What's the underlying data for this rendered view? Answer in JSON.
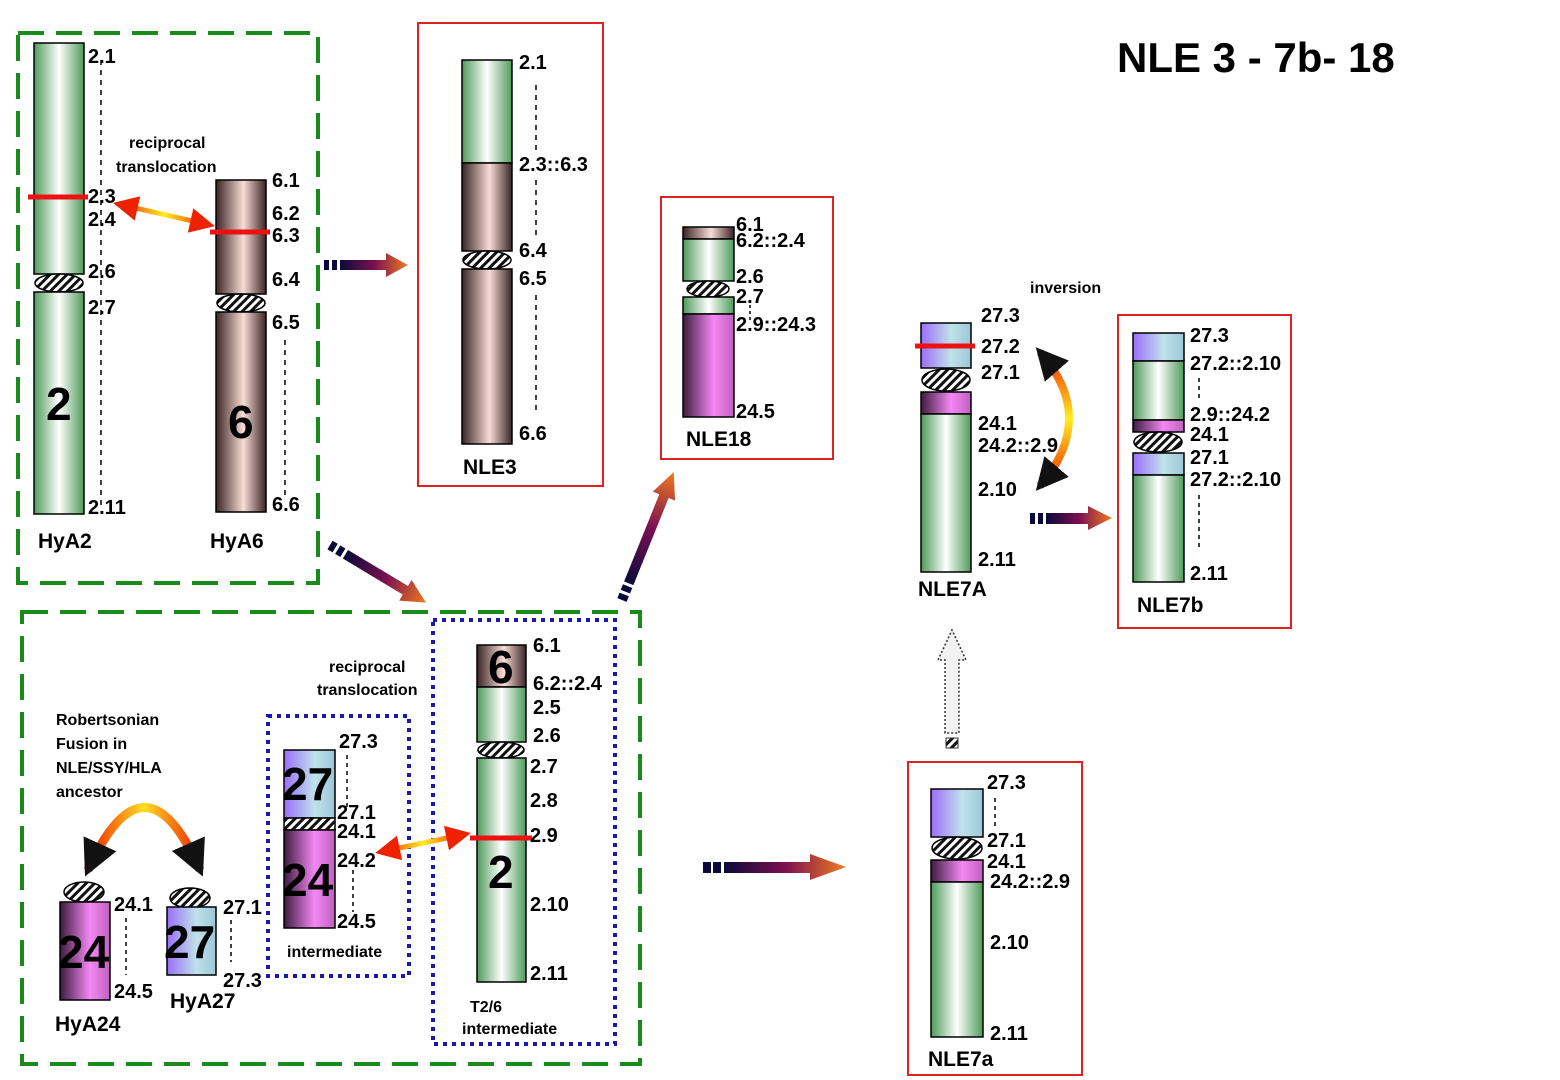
{
  "title": "NLE 3 - 7b- 18",
  "annotations": {
    "reciprocal_translocation_top": [
      "reciprocal",
      "translocation"
    ],
    "reciprocal_translocation_bottom": [
      "reciprocal",
      "translocation"
    ],
    "robertsonian": [
      "Robertsonian",
      "Fusion in",
      "NLE/SSY/HLA",
      "ancestor"
    ],
    "inversion": "inversion",
    "intermediate": "intermediate",
    "t26_intermediate": [
      "T2/6",
      "intermediate"
    ]
  },
  "chromosomes": {
    "HyA2": {
      "name": "HyA2",
      "number": "2",
      "bands": [
        "2.1",
        "2.3",
        "2.4",
        "2.6",
        "2.7",
        "2.11"
      ]
    },
    "HyA6": {
      "name": "HyA6",
      "number": "6",
      "bands": [
        "6.1",
        "6.2",
        "6.3",
        "6.4",
        "6.5",
        "6.6"
      ]
    },
    "NLE3": {
      "name": "NLE3",
      "bands": [
        "2.1",
        "2.3::6.3",
        "6.4",
        "6.5",
        "6.6"
      ]
    },
    "NLE18": {
      "name": "NLE18",
      "bands": [
        "6.1",
        "6.2::2.4",
        "2.6",
        "2.7",
        "2.9::24.3",
        "24.5"
      ]
    },
    "NLE7A": {
      "name": "NLE7A",
      "bands": [
        "27.3",
        "27.2",
        "27.1",
        "24.1",
        "24.2::2.9",
        "2.10",
        "2.11"
      ]
    },
    "NLE7b": {
      "name": "NLE7b",
      "bands": [
        "27.3",
        "27.2::2.10",
        "2.9::24.2",
        "24.1",
        "27.1",
        "27.2::2.10",
        "2.11"
      ]
    },
    "HyA24": {
      "name": "HyA24",
      "number": "24",
      "bands": [
        "24.1",
        "24.5"
      ]
    },
    "HyA27": {
      "name": "HyA27",
      "number": "27",
      "bands": [
        "27.1",
        "27.3"
      ]
    },
    "intermediate": {
      "numbers": [
        "27",
        "24"
      ],
      "bands": [
        "27.3",
        "27.1",
        "24.1",
        "24.2",
        "24.5"
      ]
    },
    "T26": {
      "numbers": [
        "6",
        "2"
      ],
      "bands": [
        "6.1",
        "6.2::2.4",
        "2.5",
        "2.6",
        "2.7",
        "2.8",
        "2.9",
        "2.10",
        "2.11"
      ]
    },
    "NLE7a": {
      "name": "NLE7a",
      "bands": [
        "27.3",
        "27.1",
        "24.1",
        "24.2::2.9",
        "2.10",
        "2.11"
      ]
    }
  },
  "colors": {
    "green_group_border": "#1a8a1a",
    "blue_group_border": "#1a1aaa",
    "red_box_border": "#dd2222",
    "breakpoint": "#ee1111"
  }
}
